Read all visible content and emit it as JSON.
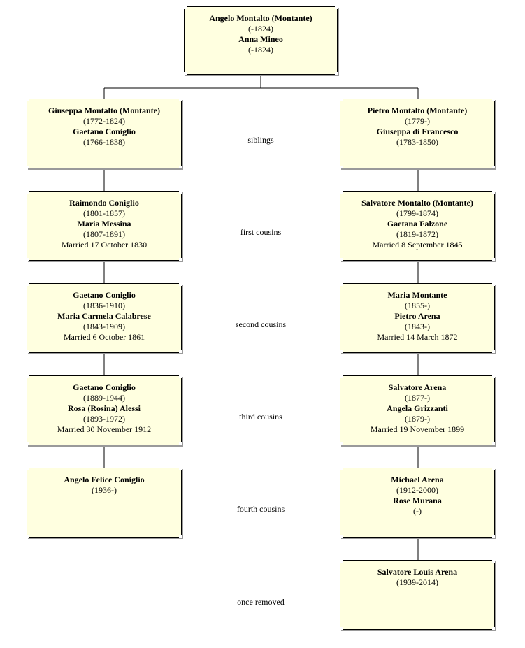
{
  "root": {
    "name": "Angelo Montalto  (Montante)",
    "dates": "(-1824)",
    "spouse": "Anna Mineo",
    "spouse_dates": "(-1824)"
  },
  "rows": [
    {
      "relation": "siblings",
      "left": {
        "name": "Giuseppa Montalto  (Montante)",
        "dates": "(1772-1824)",
        "spouse": "Gaetano Coniglio",
        "spouse_dates": "(1766-1838)",
        "married": ""
      },
      "right": {
        "name": "Pietro Montalto  (Montante)",
        "dates": "(1779-)",
        "spouse": "Giuseppa di Francesco",
        "spouse_dates": "(1783-1850)",
        "married": ""
      }
    },
    {
      "relation": "first cousins",
      "left": {
        "name": "Raimondo Coniglio",
        "dates": "(1801-1857)",
        "spouse": "Maria Messina",
        "spouse_dates": "(1807-1891)",
        "married": "Married 17 October 1830"
      },
      "right": {
        "name": "Salvatore Montalto  (Montante)",
        "dates": "(1799-1874)",
        "spouse": "Gaetana Falzone",
        "spouse_dates": "(1819-1872)",
        "married": "Married 8 September 1845"
      }
    },
    {
      "relation": "second cousins",
      "left": {
        "name": "Gaetano Coniglio",
        "dates": "(1836-1910)",
        "spouse": "Maria Carmela Calabrese",
        "spouse_dates": "(1843-1909)",
        "married": "Married 6 October 1861"
      },
      "right": {
        "name": "Maria Montante",
        "dates": "(1855-)",
        "spouse": "Pietro Arena",
        "spouse_dates": "(1843-)",
        "married": "Married 14 March 1872"
      }
    },
    {
      "relation": "third cousins",
      "left": {
        "name": "Gaetano Coniglio",
        "dates": "(1889-1944)",
        "spouse": "Rosa (Rosina) Alessi",
        "spouse_dates": "(1893-1972)",
        "married": "Married 30 November 1912"
      },
      "right": {
        "name": "Salvatore Arena",
        "dates": "(1877-)",
        "spouse": "Angela Grizzanti",
        "spouse_dates": "(1879-)",
        "married": "Married 19 November 1899"
      }
    },
    {
      "relation": "fourth cousins",
      "left": {
        "name": "Angelo Felice Coniglio",
        "dates": "(1936-)",
        "spouse": "",
        "spouse_dates": "",
        "married": ""
      },
      "right": {
        "name": "Michael Arena",
        "dates": "(1912-2000)",
        "spouse": "Rose Murana",
        "spouse_dates": "(-)",
        "married": ""
      }
    },
    {
      "relation": "once removed",
      "right": {
        "name": "Salvatore Louis Arena",
        "dates": "(1939-2014)",
        "spouse": "",
        "spouse_dates": "",
        "married": ""
      }
    }
  ]
}
